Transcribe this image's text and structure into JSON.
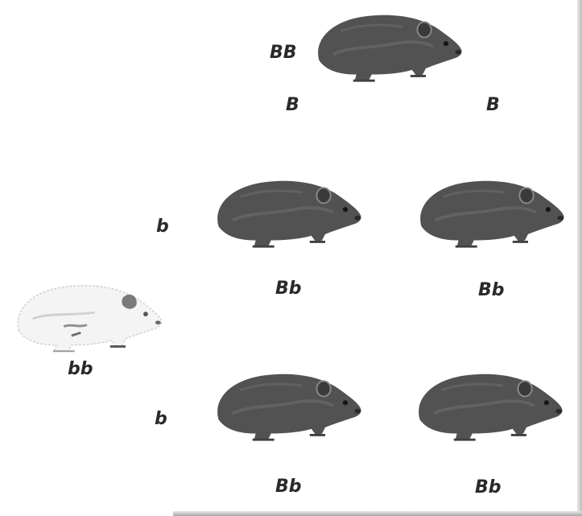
{
  "parent_top": {
    "genotype": "BB",
    "gamete_1": "B",
    "gamete_2": "B",
    "coat_color": "#4f4f4f"
  },
  "parent_left": {
    "genotype": "bb",
    "gamete_1": "b",
    "gamete_2": "b",
    "coat_color": "#f2f2f2"
  },
  "offspring": [
    {
      "genotype": "Bb",
      "coat_color": "#4f4f4f"
    },
    {
      "genotype": "Bb",
      "coat_color": "#4f4f4f"
    },
    {
      "genotype": "Bb",
      "coat_color": "#4f4f4f"
    },
    {
      "genotype": "Bb",
      "coat_color": "#4f4f4f"
    }
  ]
}
